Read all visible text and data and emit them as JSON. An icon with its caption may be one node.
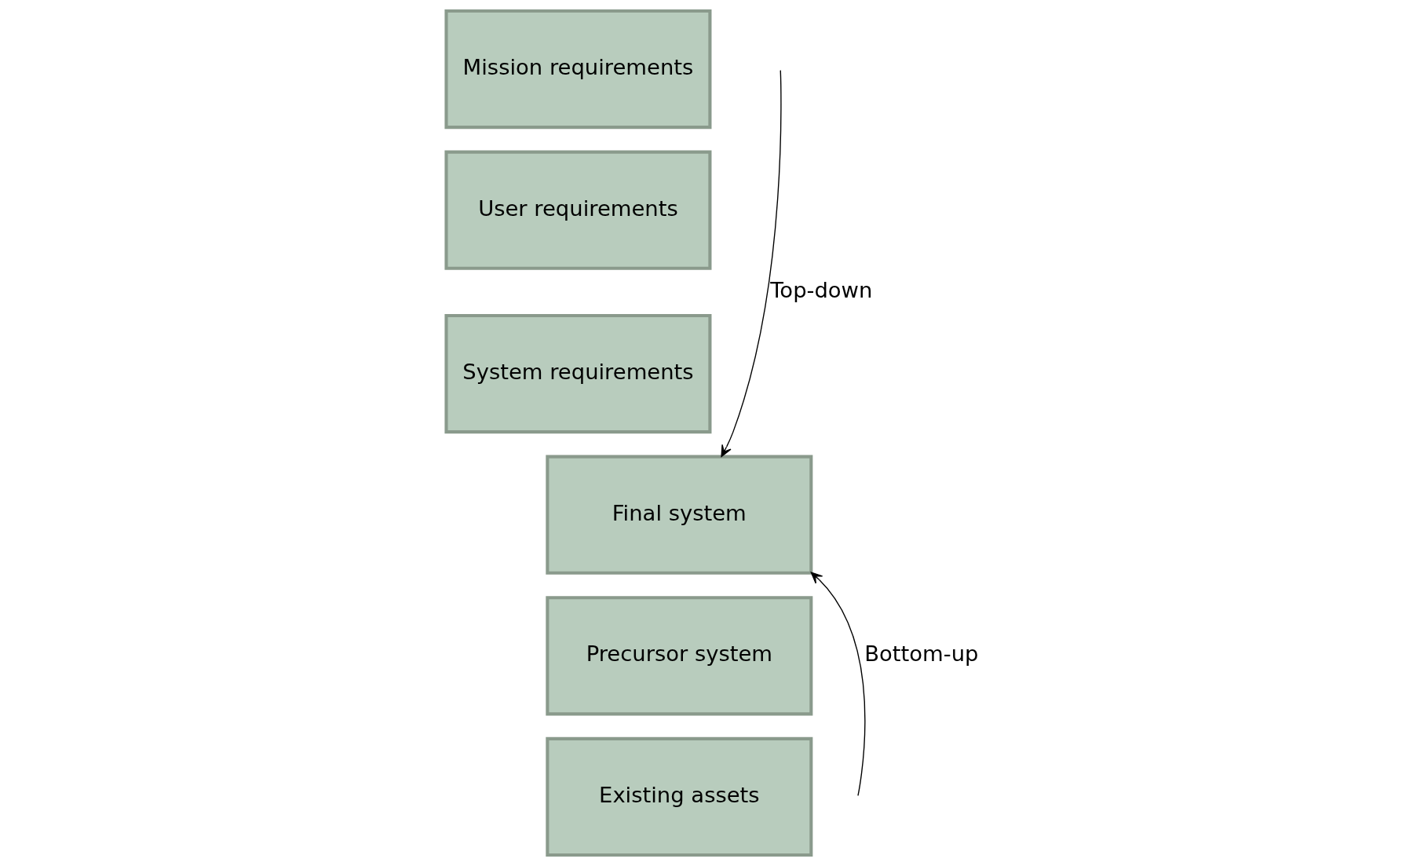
{
  "diagram": {
    "nodes": [
      {
        "text": [
          "Mission requirements"
        ]
      },
      {
        "text": [
          "User requirements"
        ]
      },
      {
        "text": [
          "System requirements"
        ]
      },
      {
        "text": [
          "Final system"
        ]
      },
      {
        "text": [
          "Precursor system"
        ]
      },
      {
        "text": [
          "Existing assets"
        ]
      }
    ],
    "edges": [
      {
        "from": null,
        "to": 3,
        "arrow": "to",
        "label": "Top-down"
      },
      {
        "from": null,
        "to": 3,
        "arrow": "to",
        "label": "Bottom-up"
      }
    ]
  }
}
